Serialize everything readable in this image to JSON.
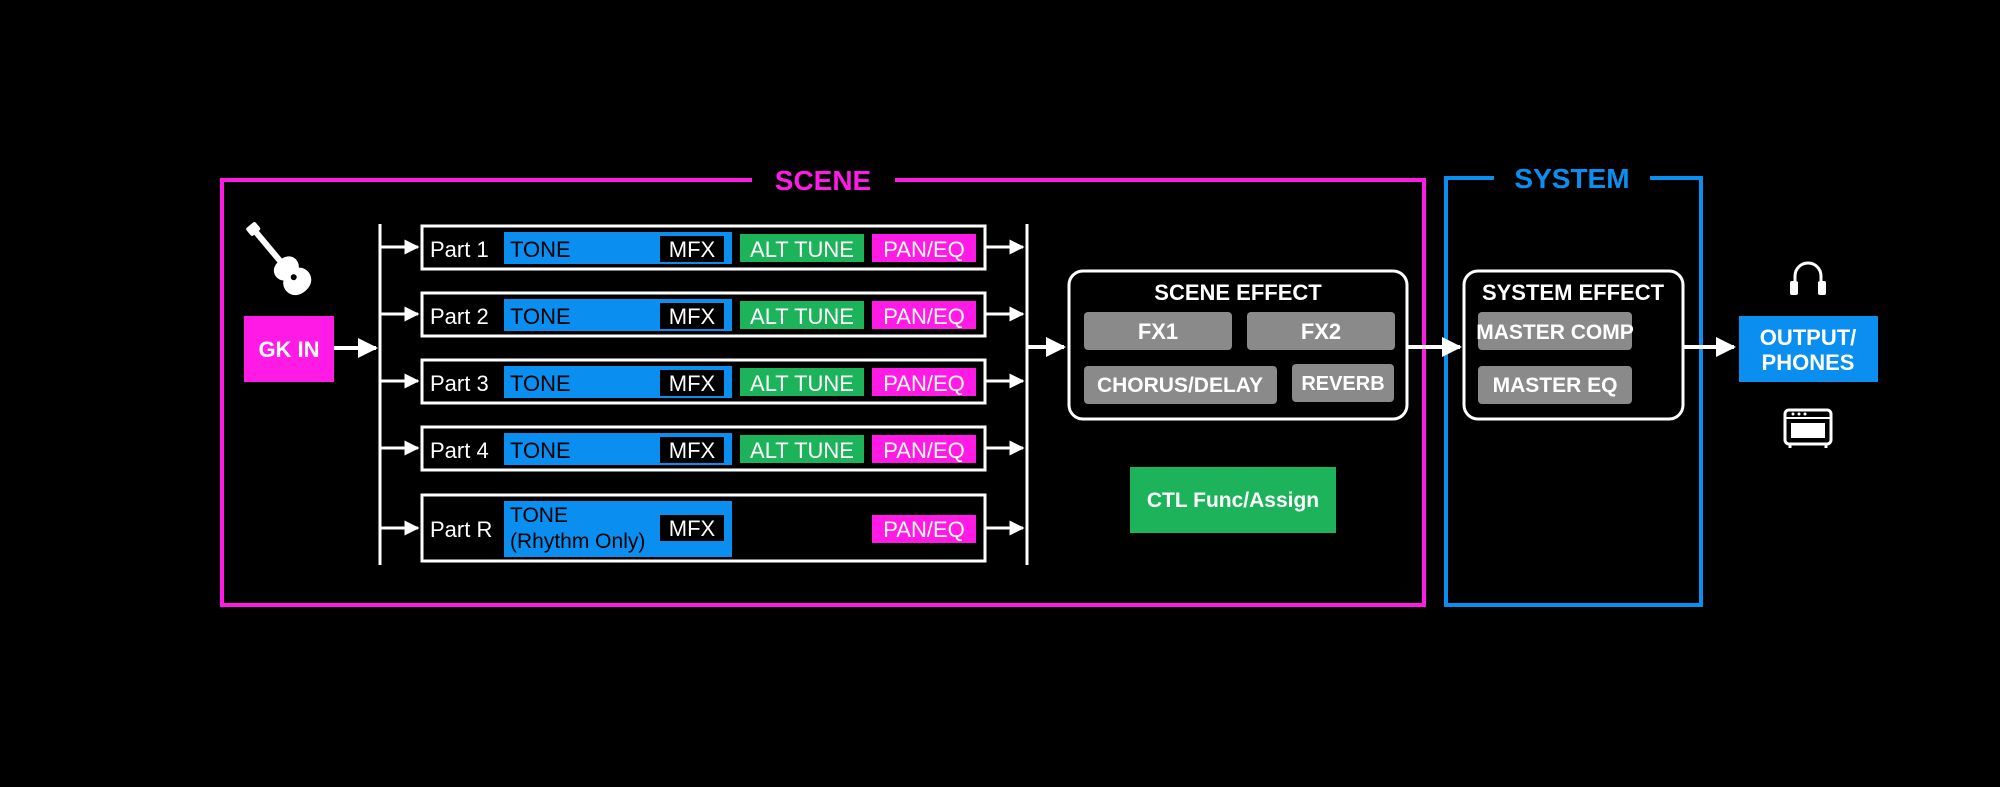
{
  "colors": {
    "background": "#000000",
    "scene": "#ff1ae6",
    "system": "#0a8ff0",
    "tone": "#0a8ff0",
    "mfx_bg": "#000000",
    "alt_tune": "#1db35a",
    "pan_eq": "#ff1ae6",
    "effect_button": "#8a8a8a",
    "line": "#ffffff"
  },
  "scene": {
    "label": "SCENE"
  },
  "system": {
    "label": "SYSTEM"
  },
  "input": {
    "label": "GK IN",
    "icon": "guitar-icon"
  },
  "parts": [
    {
      "name": "Part 1",
      "tone": "TONE",
      "mfx": "MFX",
      "alt_tune": "ALT TUNE",
      "pan_eq": "PAN/EQ"
    },
    {
      "name": "Part 2",
      "tone": "TONE",
      "mfx": "MFX",
      "alt_tune": "ALT TUNE",
      "pan_eq": "PAN/EQ"
    },
    {
      "name": "Part 3",
      "tone": "TONE",
      "mfx": "MFX",
      "alt_tune": "ALT TUNE",
      "pan_eq": "PAN/EQ"
    },
    {
      "name": "Part 4",
      "tone": "TONE",
      "mfx": "MFX",
      "alt_tune": "ALT TUNE",
      "pan_eq": "PAN/EQ"
    }
  ],
  "part_r": {
    "name": "Part R",
    "tone_line1": "TONE",
    "tone_line2": "(Rhythm Only)",
    "mfx": "MFX",
    "pan_eq": "PAN/EQ"
  },
  "scene_effect": {
    "title": "SCENE EFFECT",
    "fx1": "FX1",
    "fx2": "FX2",
    "chorus_delay": "CHORUS/DELAY",
    "reverb": "REVERB"
  },
  "ctl": {
    "label": "CTL Func/Assign"
  },
  "system_effect": {
    "title": "SYSTEM EFFECT",
    "master_comp": "MASTER COMP",
    "master_eq": "MASTER EQ"
  },
  "output": {
    "line1": "OUTPUT/",
    "line2": "PHONES",
    "icons": [
      "headphones-icon",
      "amplifier-icon"
    ]
  }
}
